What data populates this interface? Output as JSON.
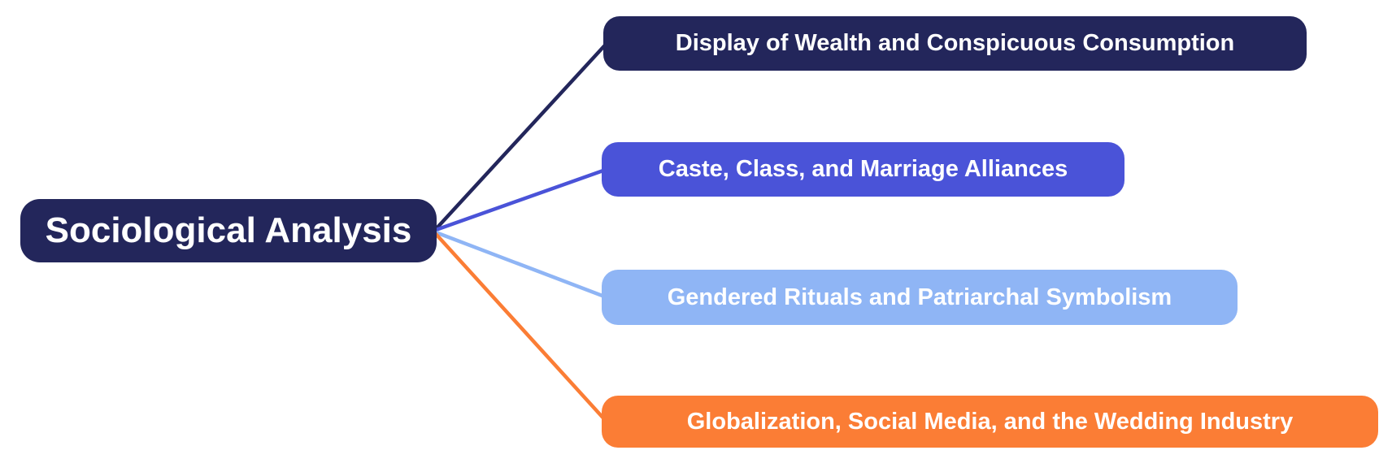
{
  "diagram": {
    "type": "mindmap",
    "background_color": "#ffffff",
    "text_color": "#ffffff",
    "root": {
      "label": "Sociological Analysis",
      "bg": "#23265B"
    },
    "branches": [
      {
        "label": "Display of Wealth and Conspicuous Consumption",
        "bg": "#23265B",
        "line_color": "#23265B"
      },
      {
        "label": "Caste, Class, and Marriage Alliances",
        "bg": "#4A53D8",
        "line_color": "#4A53D8"
      },
      {
        "label": "Gendered Rituals and Patriarchal Symbolism",
        "bg": "#8FB5F5",
        "line_color": "#8FB5F5"
      },
      {
        "label": "Globalization, Social Media, and the Wedding Industry",
        "bg": "#FB7D35",
        "line_color": "#FB7D35"
      }
    ]
  }
}
